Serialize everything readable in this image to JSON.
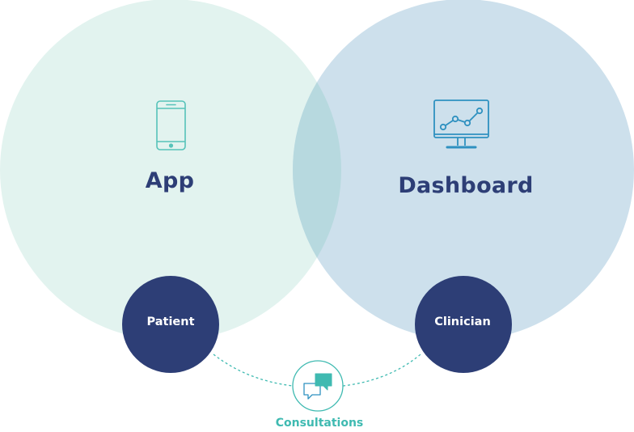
{
  "diagram": {
    "app_label": "App",
    "dashboard_label": "Dashboard",
    "patient_label": "Patient",
    "clinician_label": "Clinician",
    "consultations_label": "Consultations"
  },
  "icons": {
    "app": "smartphone-icon",
    "dashboard": "monitor-chart-icon",
    "consultations": "chat-bubbles-icon"
  },
  "colors": {
    "app_circle": "#e2f3ef",
    "dashboard_circle": "#cde0ec",
    "overlap": "#b7d9df",
    "role_circle": "#2d3e76",
    "heading_text": "#2d3e76",
    "app_icon": "#56c3b9",
    "dashboard_icon": "#2f91c0",
    "consult_accent": "#3fbab1"
  }
}
